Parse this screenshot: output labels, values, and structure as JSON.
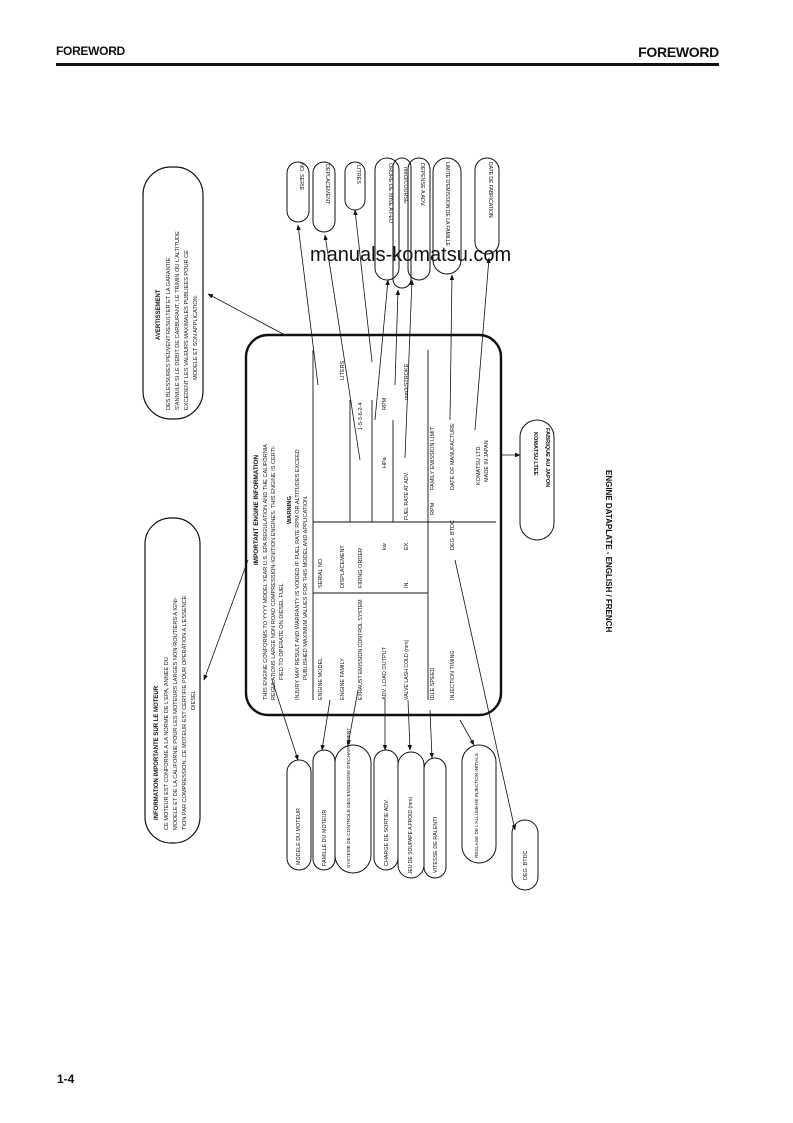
{
  "header": {
    "left": "FOREWORD",
    "right": "FOREWORD"
  },
  "footer": {
    "page": "1-4"
  },
  "watermark": "manuals-komatsu.com",
  "figure": {
    "caption": "ENGINE DATAPLATE - ENGLISH / FRENCH",
    "plate": {
      "title": "IMPORTANT ENGINE INFORMATION",
      "intro": [
        "THIS ENGINE CONFORMS TO YYYY MODEL YEAR U.S. EPA REGULATION AND THE CALIFORNIA",
        "REGULATIONS LARGE NON ROAD COMPRESSION-IGNITION ENGINES. THIS ENGINE IS CERTI-",
        "FIED TO OPERATE ON DIESEL FUEL"
      ],
      "warning_title": "WARNING",
      "warning": [
        "INJURY MAY RESULT AND WARRANTY IS VOIDED IF FUEL RATE RPM OR ALTITUDES EXCEED",
        "PUBLISHED MAXIMUM VALUES FOR THIS MODEL AND APPLICATION."
      ],
      "rows": [
        {
          "label": "ENGINE MODEL",
          "mid": "SERIAL NO.",
          "right": ""
        },
        {
          "label": "ENGINE FAMILY",
          "mid": "DISPLACEMENT",
          "right": "LITERS"
        },
        {
          "label": "EXHAUST EMISSION CONTROL SYSTEM",
          "mid": "FIRING ORDER",
          "right": "1-5-3-6-2-4"
        },
        {
          "label": "ADV. LOAD OUTPUT",
          "unit1": "kw",
          "mid": "HPa",
          "right": "RPM"
        },
        {
          "label": "VALVE LASH COLD (mm)",
          "unit1": "IN.",
          "unit2": "EX.",
          "mid": "FUEL RATE AT ADV.",
          "right": "mm3/STROKE"
        },
        {
          "label": "IDLE SPEED",
          "unit1": "RPM",
          "mid": "FAMILY EMISSION LIMIT",
          "right": ""
        },
        {
          "label": "INJECTION TIMING",
          "unit1": "DEG. BTDC",
          "mid": "DATE OF MANUFACTURE",
          "right": ""
        }
      ],
      "maker": [
        "KOMATSU LTD.",
        "MADE IN JAPAN"
      ]
    },
    "french_info": {
      "title": "INFORMATION IMPORTANTE SUR LE MOTEUR",
      "lines": [
        "CE MOTEUR EST CONFORME A LA NORME DE L'EPA, ANNEE DU",
        "MODELE ET DE LA CALIFORNIE POUR LES MOTEURS LARGES NON-ROUTIERS A IGNI-",
        "TION PAR COMPRESSION. CE MOTEUR EST CERTIFIE POUR OPERATION A L'ESSENCE",
        "DIESEL"
      ]
    },
    "french_warning": {
      "title": "AVERTISSEMENT",
      "lines": [
        "DES BLESSURES PEUVENT RESULTER ET LA GARANTIE",
        "S'ANNULE SI LE DEBIT DE CARBURANT, LE TR/MIN OU L'ALTITUDE",
        "EXCEDENT LES VALEURS MAXIMALES PUBLIEES POUR CE",
        "MODELE ET SON APPLICATION."
      ]
    },
    "top_callouts": [
      "NO. SERIE",
      "DEPLACEMENT",
      "LITRES",
      "ORDRE DE MISE A FEU",
      "mm3/COURSE",
      "DEPENSE A ADV.",
      "LIMITE D'EMISSION DE LA FAMILLE",
      "DATE DE FABRICATION"
    ],
    "bottom_callouts": [
      "MODELE DU MOTEUR",
      "FAMILLE DU MOTEUR",
      "SYSTEME DE CONTROLE DES EMISSIONS D'ECHAPPEMENT",
      "CHARGE DE SORTIE ADV.",
      "JEU DE SOUPAPE A FROID (mm)",
      "VITESSE DE RALENTI",
      "REGLAGE DE L'ALLUMAGE INJECTION INITIALE",
      "DEG. BTDC"
    ],
    "maker_fr": [
      "KOMATSU LTEE",
      "FABRIQUE AU JAPON"
    ],
    "colors": {
      "ink": "#111111",
      "paper": "#ffffff"
    }
  }
}
